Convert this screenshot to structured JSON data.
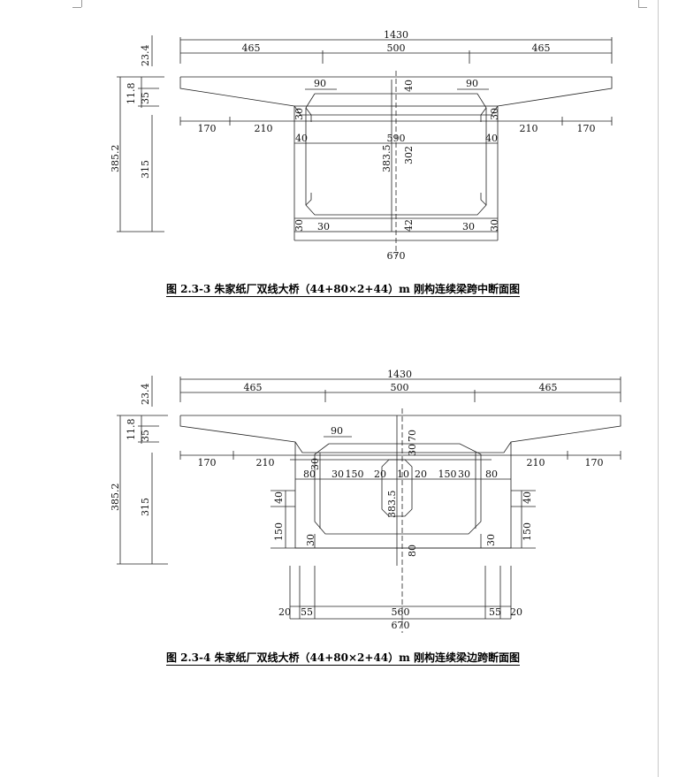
{
  "figure1": {
    "caption": "图 2.3-3 朱家纸厂双线大桥（44+80×2+44）m 刚构连续梁跨中断面图",
    "dims": {
      "total_width": "1430",
      "left_wing": "465",
      "center_width": "500",
      "right_wing": "465",
      "top_thickness": "23.4",
      "flange_left": "11.8",
      "flange_rise": "35",
      "haunch_left": "90",
      "haunch_right": "90",
      "web_top": "40",
      "haunch_v_left": "30",
      "haunch_v_right": "30",
      "bottom_left_170": "170",
      "bottom_left_210": "210",
      "bottom_right_210": "210",
      "bottom_right_170": "170",
      "web_left": "40",
      "web_right": "40",
      "inner_width": "590",
      "box_height": "383.5",
      "inner_height": "302",
      "total_height": "385.2",
      "web_depth": "315",
      "bottom_haunch_v_left": "30",
      "bottom_haunch_h_left": "30",
      "bottom_slab": "42",
      "bottom_haunch_h_right": "30",
      "bottom_haunch_v_right": "30",
      "bottom_width": "670"
    }
  },
  "figure2": {
    "caption": "图 2.3-4 朱家纸厂双线大桥（44+80×2+44）m 刚构连续梁边跨断面图",
    "dims": {
      "total_width": "1430",
      "left_wing": "465",
      "center_width": "500",
      "right_wing": "465",
      "top_thickness": "23.4",
      "flange_left": "11.8",
      "flange_rise": "35",
      "haunch": "90",
      "slab_70": "70",
      "slab_30": "30",
      "bottom_left_170": "170",
      "bottom_left_210": "210",
      "bottom_right_210": "210",
      "bottom_right_170": "170",
      "left_haunch_v": "30",
      "seg_80_l": "80",
      "seg_30_l": "30",
      "seg_150_l": "150",
      "seg_20_l": "20",
      "seg_10": "10",
      "seg_20_r": "20",
      "seg_150_r": "150",
      "seg_30_r": "30",
      "seg_80_r": "80",
      "box_height": "383.5",
      "total_height": "385.2",
      "web_depth": "315",
      "side_40_l": "40",
      "side_150_l": "150",
      "side_40_r": "40",
      "side_150_r": "150",
      "inner_30_l": "30",
      "inner_30_r": "30",
      "bottom_80": "80",
      "base_20_l": "20",
      "base_55_l": "55",
      "base_560": "560",
      "base_55_r": "55",
      "base_20_r": "20",
      "bottom_width": "670"
    }
  }
}
